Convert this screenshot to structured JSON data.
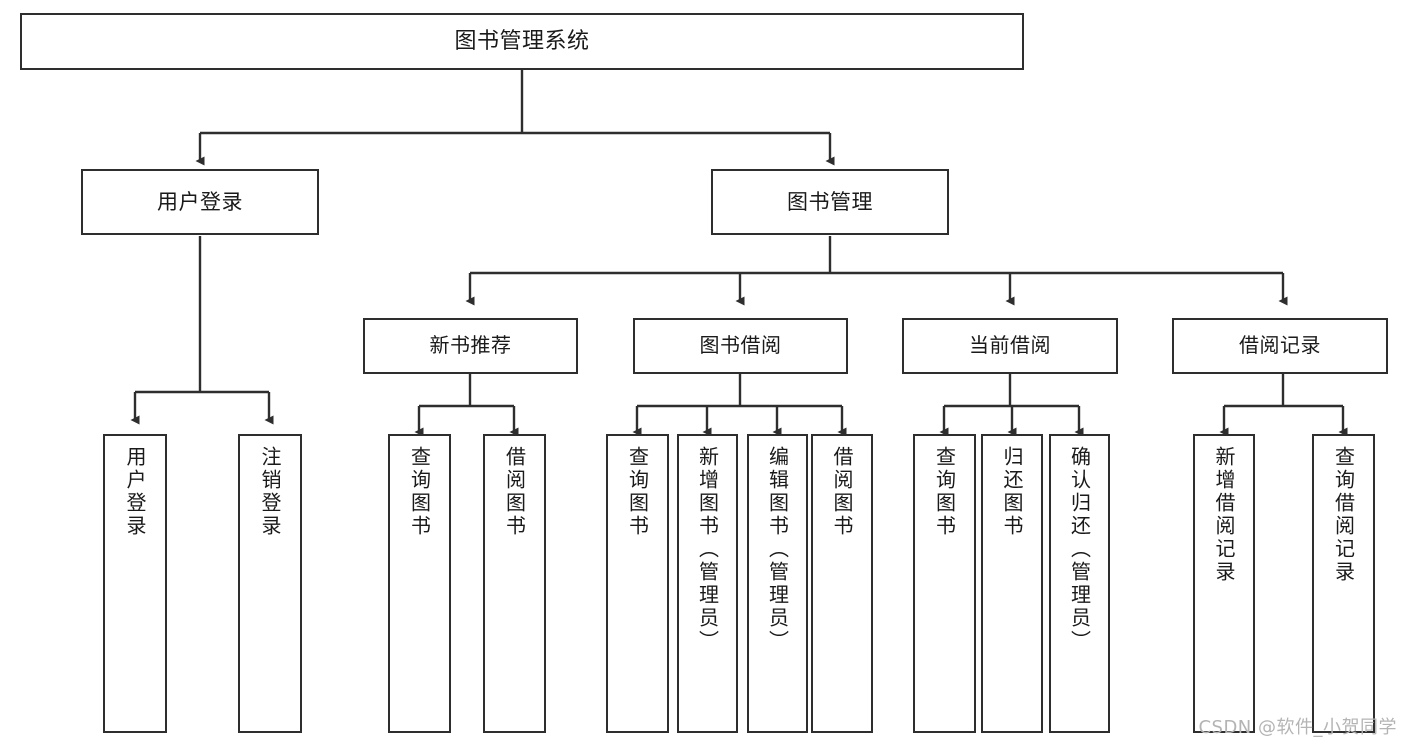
{
  "diagram": {
    "title": "图书管理系统",
    "watermark": "CSDN @软件_小贺同学",
    "colors": {
      "box_border": "#2e2e2e",
      "box_fill": "#ffffff",
      "connector": "#2e2e2e",
      "text": "#1a1a1a",
      "watermark": "#b4b4b4",
      "background": "#ffffff"
    },
    "root": {
      "label": "图书管理系统"
    },
    "level2": [
      {
        "label": "用户登录"
      },
      {
        "label": "图书管理"
      }
    ],
    "level3": [
      {
        "label": "新书推荐"
      },
      {
        "label": "图书借阅"
      },
      {
        "label": "当前借阅"
      },
      {
        "label": "借阅记录"
      }
    ],
    "leaves": {
      "user_login": [
        {
          "label": "用户登录"
        },
        {
          "label": "注销登录"
        }
      ],
      "new_book_recommend": [
        {
          "label": "查询图书"
        },
        {
          "label": "借阅图书"
        }
      ],
      "book_borrow": [
        {
          "label": "查询图书"
        },
        {
          "label": "新增图书（管理员）"
        },
        {
          "label": "编辑图书（管理员）"
        },
        {
          "label": "借阅图书"
        }
      ],
      "current_borrow": [
        {
          "label": "查询图书"
        },
        {
          "label": "归还图书"
        },
        {
          "label": "确认归还（管理员）"
        }
      ],
      "borrow_record": [
        {
          "label": "新增借阅记录"
        },
        {
          "label": "查询借阅记录"
        }
      ]
    }
  }
}
